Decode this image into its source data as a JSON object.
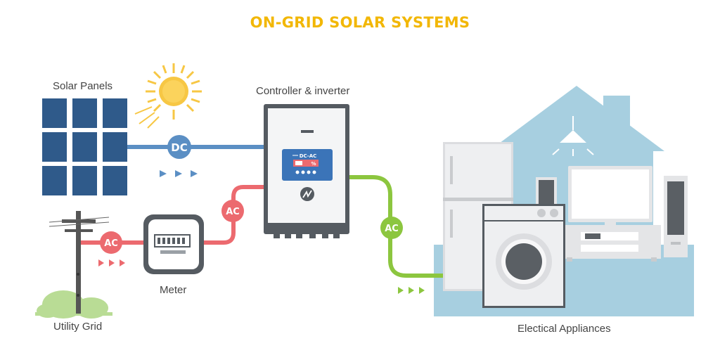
{
  "title": "ON-GRID SOLAR SYSTEMS",
  "labels": {
    "solar_panels": "Solar Panels",
    "controller": "Controller & inverter",
    "meter": "Meter",
    "utility_grid": "Utility Grid",
    "appliances": "Electical Appliances"
  },
  "badges": {
    "dc": "DC",
    "ac_grid": "AC",
    "ac_meter": "AC",
    "ac_output": "AC"
  },
  "inverter_screen": {
    "mode": "DC-AC",
    "unit": "%"
  },
  "colors": {
    "title": "#f2b705",
    "dc_line": "#5b8fc4",
    "ac_grid_line": "#ec6a6f",
    "ac_output_line": "#8cc63f",
    "panel": "#2f5a8a",
    "house": "#a7cfe0"
  }
}
